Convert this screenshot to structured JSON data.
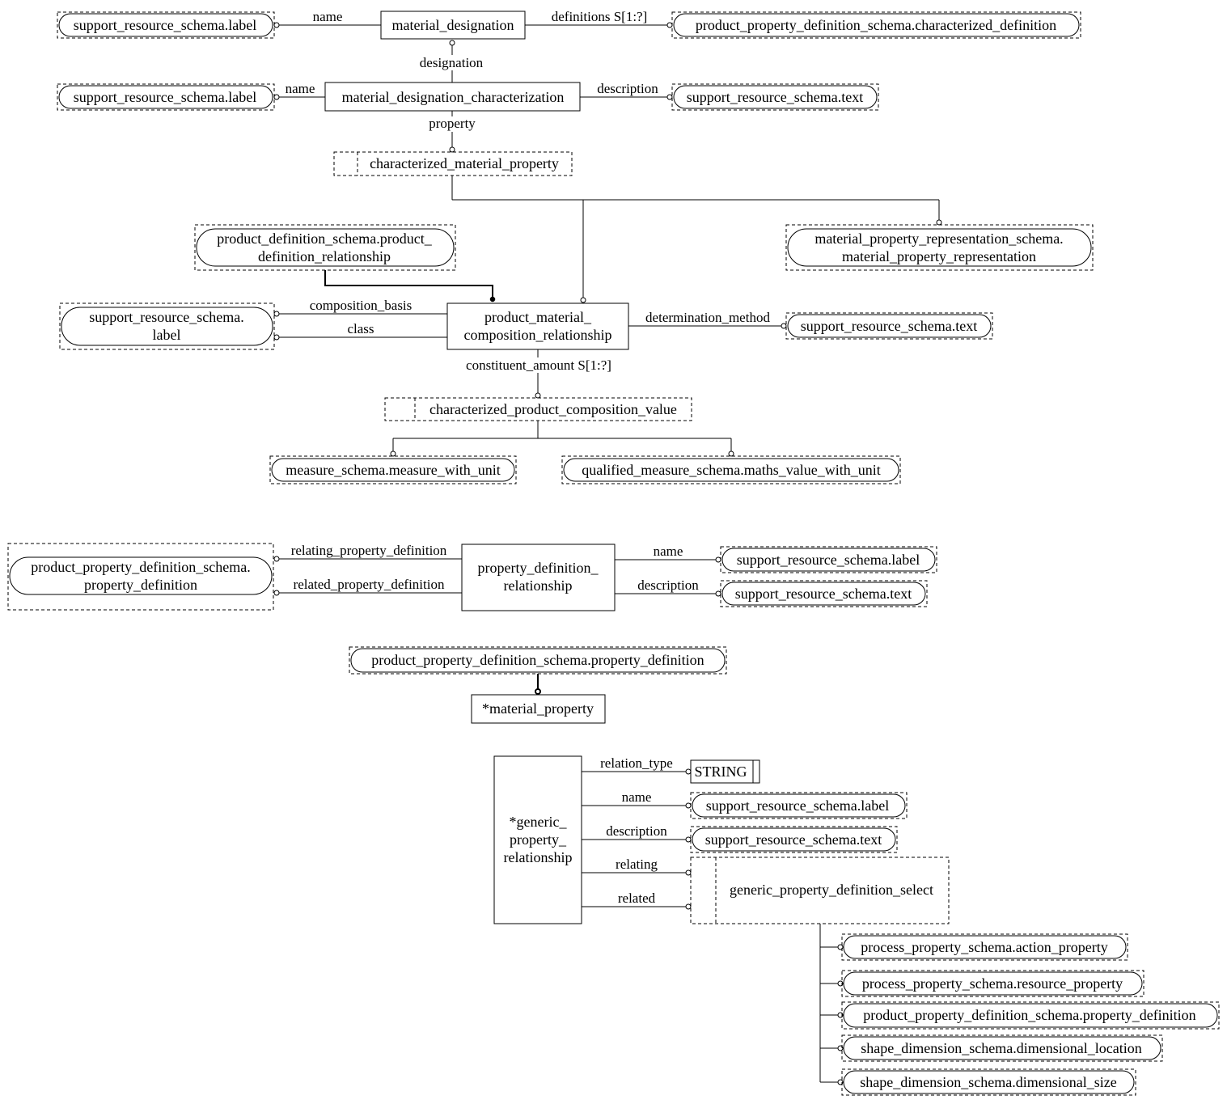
{
  "entities": {
    "material_designation": "material_designation",
    "material_designation_characterization": "material_designation_characterization",
    "product_material_composition_relationship": [
      "product_material_",
      "composition_relationship"
    ],
    "property_definition_relationship": [
      "property_definition_",
      "relationship"
    ],
    "material_property": "*material_property",
    "generic_property_relationship": [
      "*generic_",
      "property_",
      "relationship"
    ]
  },
  "selects": {
    "characterized_material_property": "characterized_material_property",
    "characterized_product_composition_value": "characterized_product_composition_value",
    "generic_property_definition_select": "generic_property_definition_select"
  },
  "types": {
    "string": "STRING"
  },
  "references": {
    "srs_label": "support_resource_schema.label",
    "srs_text": "support_resource_schema.text",
    "srs_label_split": [
      "support_resource_schema.",
      "label"
    ],
    "ppds_characterized_definition": "product_property_definition_schema.characterized_definition",
    "pds_product_definition_relationship": [
      "product_definition_schema.product_",
      "definition_relationship"
    ],
    "mprs_material_property_representation": [
      "material_property_representation_schema.",
      "material_property_representation"
    ],
    "measure_with_unit": "measure_schema.measure_with_unit",
    "maths_value_with_unit": "qualified_measure_schema.maths_value_with_unit",
    "ppds_property_definition_split": [
      "product_property_definition_schema.",
      "property_definition"
    ],
    "ppds_property_definition": "product_property_definition_schema.property_definition",
    "action_property": "process_property_schema.action_property",
    "resource_property": "process_property_schema.resource_property",
    "dimensional_location": "shape_dimension_schema.dimensional_location",
    "dimensional_size": "shape_dimension_schema.dimensional_size"
  },
  "attributes": {
    "name": "name",
    "definitions": "definitions S[1:?]",
    "designation": "designation",
    "description": "description",
    "property": "property",
    "composition_basis": "composition_basis",
    "class": "class",
    "determination_method": "determination_method",
    "constituent_amount": "constituent_amount S[1:?]",
    "relating_property_definition": "relating_property_definition",
    "related_property_definition": "related_property_definition",
    "relation_type": "relation_type",
    "relating": "relating",
    "related": "related"
  }
}
